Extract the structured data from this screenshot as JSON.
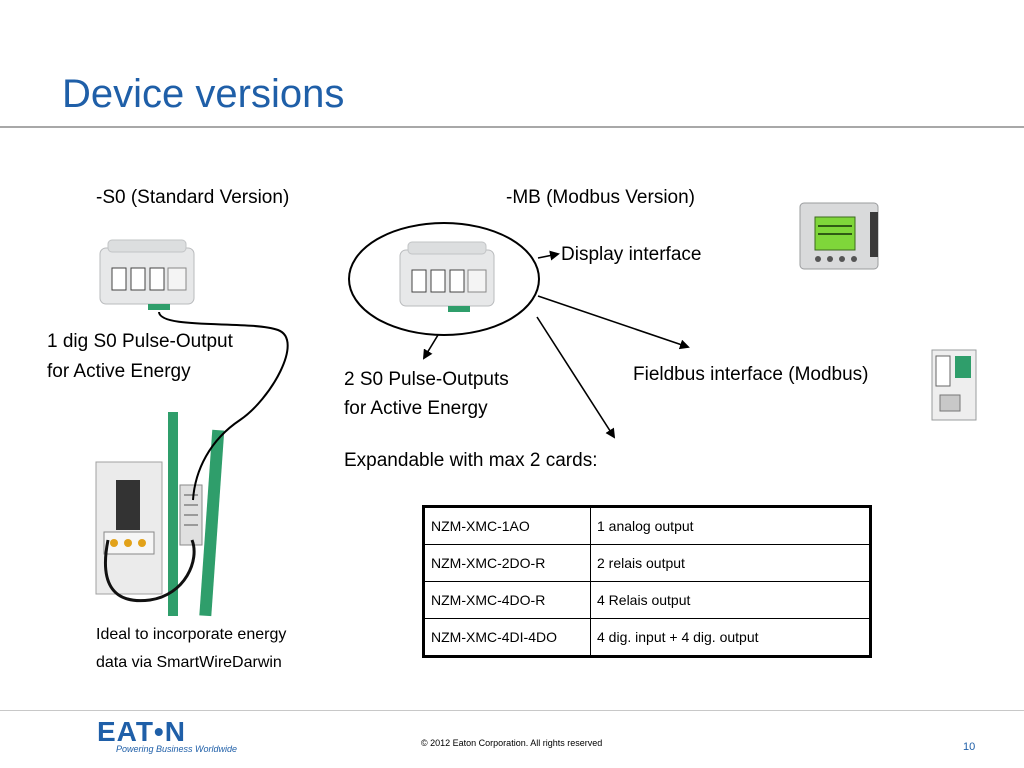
{
  "slide": {
    "title": "Device versions",
    "page_number": "10"
  },
  "versions": {
    "standard_label": "-S0 (Standard Version)",
    "modbus_label": "-MB (Modbus Version)"
  },
  "annotations": {
    "standard_output_line1": "1 dig S0 Pulse-Output",
    "standard_output_line2": "for Active Energy",
    "modbus_outputs_line1": "2 S0 Pulse-Outputs",
    "modbus_outputs_line2": "for Active Energy",
    "display_interface": "Display interface",
    "fieldbus_interface": "Fieldbus interface (Modbus)",
    "expandable": "Expandable with max 2 cards:",
    "smartwire_line1": "Ideal to incorporate energy",
    "smartwire_line2": "data via SmartWireDarwin"
  },
  "cards_table": {
    "rows": [
      [
        "NZM-XMC-1AO",
        "1 analog output"
      ],
      [
        "NZM-XMC-2DO-R",
        "2 relais output"
      ],
      [
        "NZM-XMC-4DO-R",
        "4 Relais output"
      ],
      [
        "NZM-XMC-4DI-4DO",
        "4 dig. input + 4 dig. output"
      ]
    ]
  },
  "footer": {
    "logo": "EAT•N",
    "tagline": "Powering Business Worldwide",
    "copyright": "© 2012 Eaton Corporation. All rights reserved"
  },
  "colors": {
    "title_blue": "#1f5fa8",
    "rule_gray": "#a8a8a8",
    "display_green": "#7fd63a",
    "cable_green": "#2f9e6b"
  }
}
